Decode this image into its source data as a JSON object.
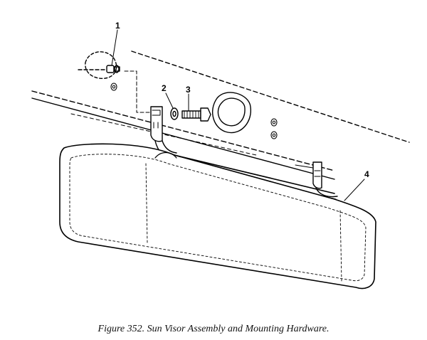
{
  "diagram": {
    "callouts": [
      {
        "id": "1",
        "label": "1"
      },
      {
        "id": "2",
        "label": "2"
      },
      {
        "id": "3",
        "label": "3"
      },
      {
        "id": "4",
        "label": "4"
      }
    ]
  },
  "caption": "Figure 352.  Sun Visor Assembly and Mounting Hardware."
}
